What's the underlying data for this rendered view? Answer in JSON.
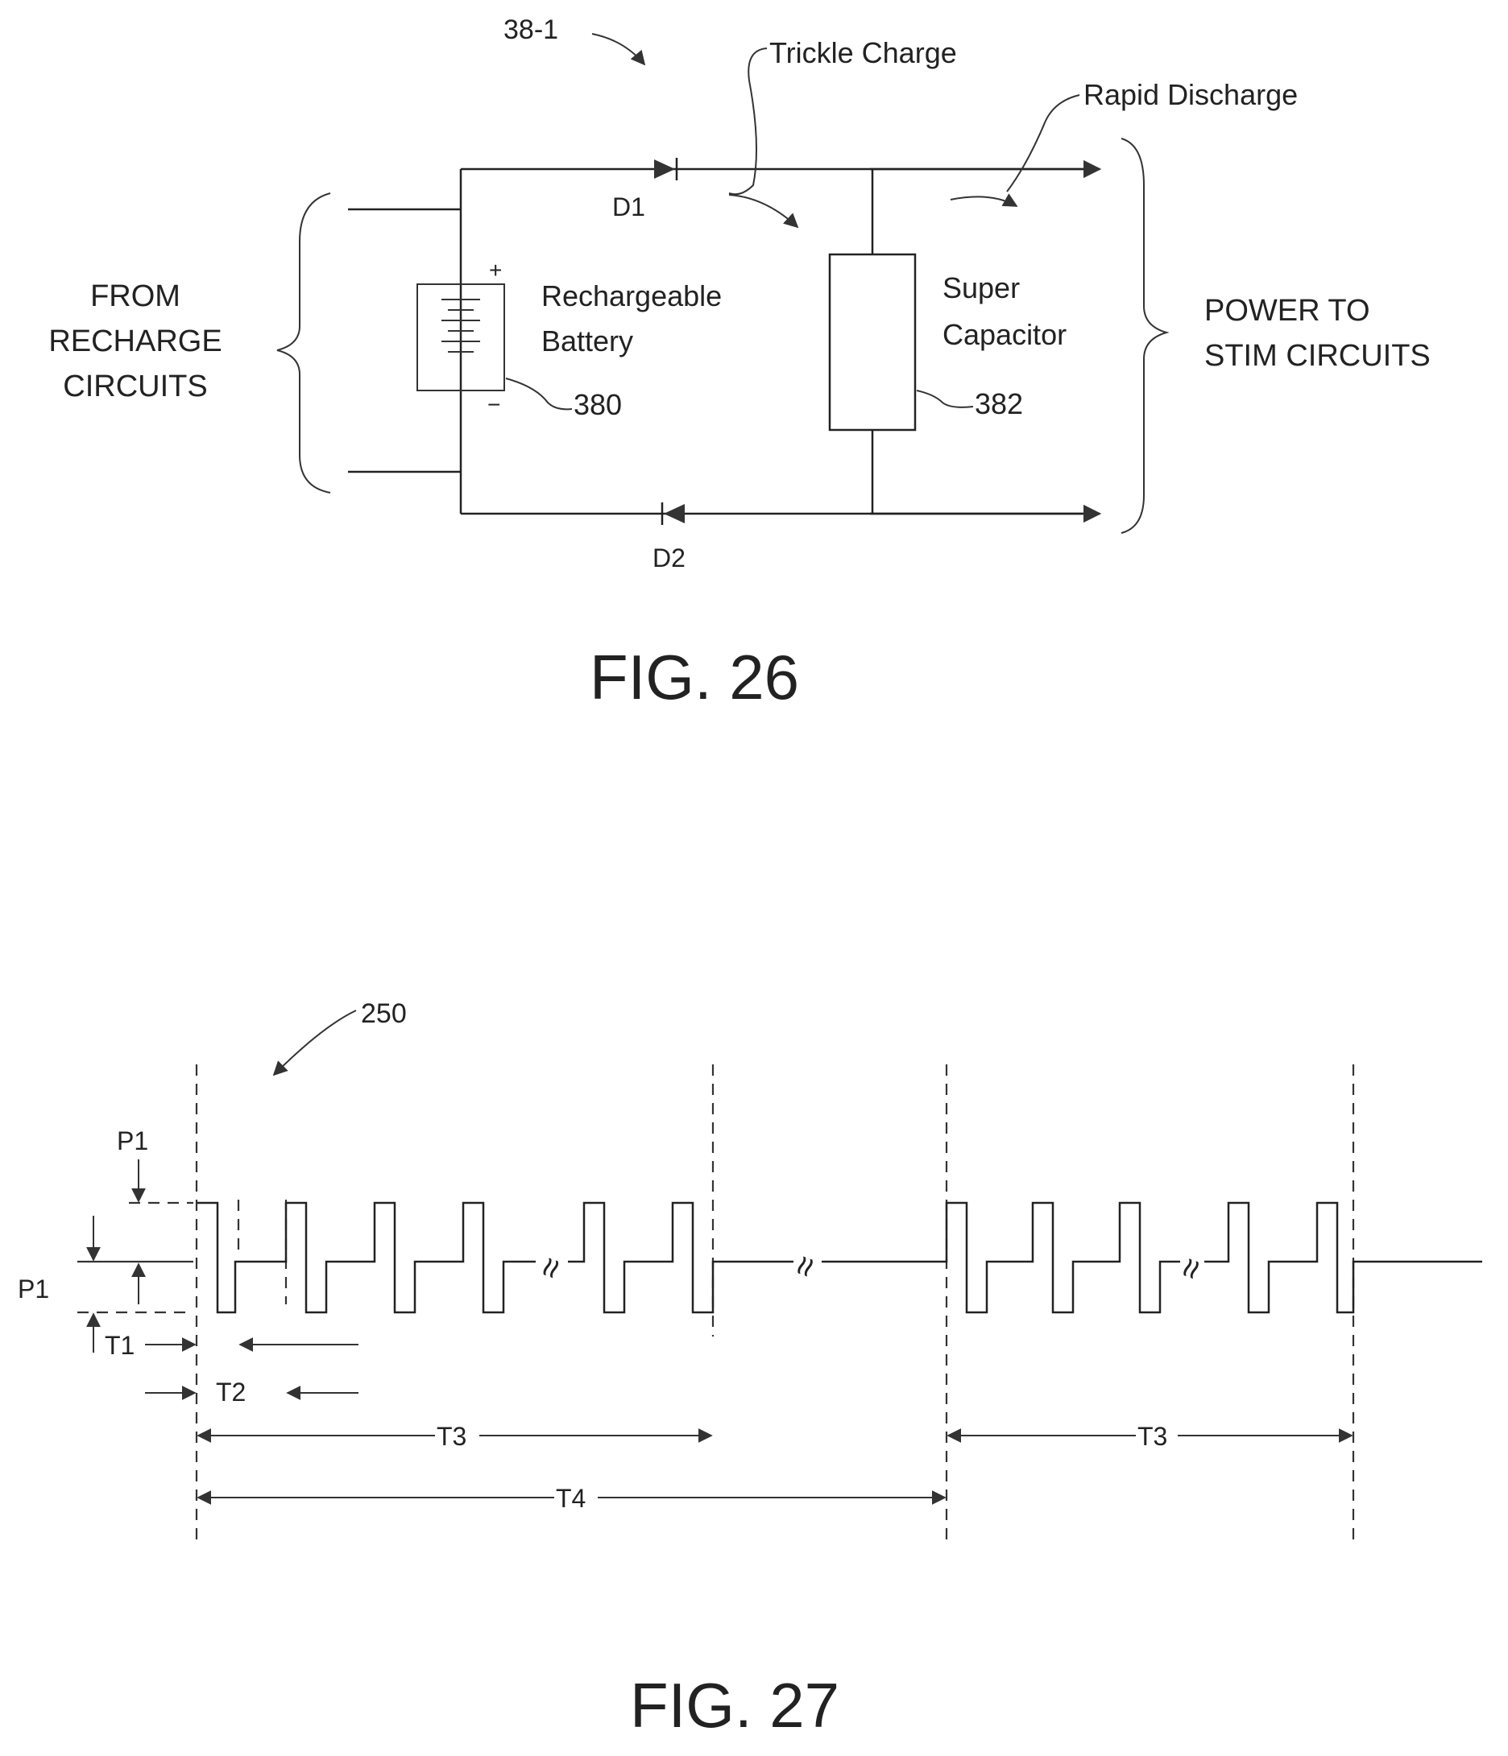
{
  "fig26": {
    "ref_label": "38-1",
    "trickle_label": "Trickle Charge",
    "rapid_label": "Rapid Discharge",
    "from_label": [
      "FROM",
      "RECHARGE",
      "CIRCUITS"
    ],
    "power_label": [
      "POWER TO",
      "STIM CIRCUITS"
    ],
    "battery_label": [
      "Rechargeable",
      "Battery"
    ],
    "battery_ref": "380",
    "battery_plus": "+",
    "battery_minus": "−",
    "capacitor_label": [
      "Super",
      "Capacitor"
    ],
    "capacitor_ref": "382",
    "d1_label": "D1",
    "d2_label": "D2",
    "caption": "FIG. 26"
  },
  "fig27": {
    "ref_label": "250",
    "p1_top_label": "P1",
    "p1_left_label": "P1",
    "t1_label": "T1",
    "t2_label": "T2",
    "t3_label": "T3",
    "t3b_label": "T3",
    "t4_label": "T4",
    "break_symbol": "≈",
    "caption": "FIG. 27"
  }
}
